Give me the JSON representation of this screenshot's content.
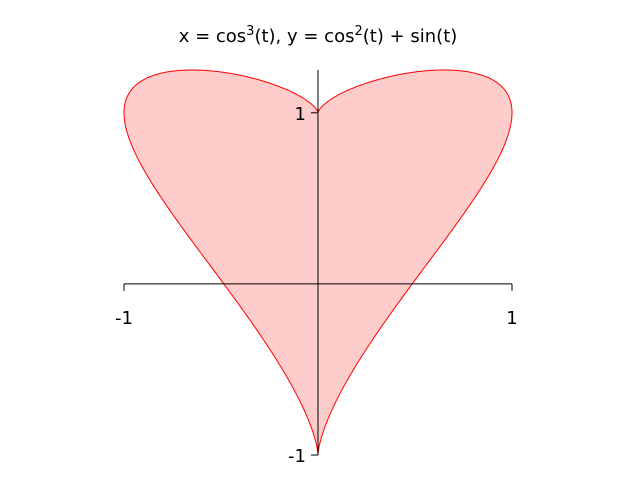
{
  "chart_data": {
    "type": "area",
    "title_parts": {
      "p1": "x = cos",
      "p1_sup": "3",
      "p2": "(t), y = cos",
      "p2_sup": "2",
      "p3": "(t) + sin(t)"
    },
    "parametric": {
      "x": "cos^3(t)",
      "y": "cos^2(t) + sin(t)",
      "t_range": [
        0,
        6.2832
      ]
    },
    "xlim": [
      -1,
      1
    ],
    "ylim": [
      -1,
      1.25
    ],
    "xticks": [
      -1,
      1
    ],
    "xtick_labels": [
      "-1",
      "1"
    ],
    "yticks": [
      1,
      -1
    ],
    "ytick_labels": [
      "1",
      "-1"
    ],
    "grid": false,
    "colors": {
      "line": "#ff0000",
      "fill": "#ffcccc",
      "axis": "#000000"
    }
  }
}
